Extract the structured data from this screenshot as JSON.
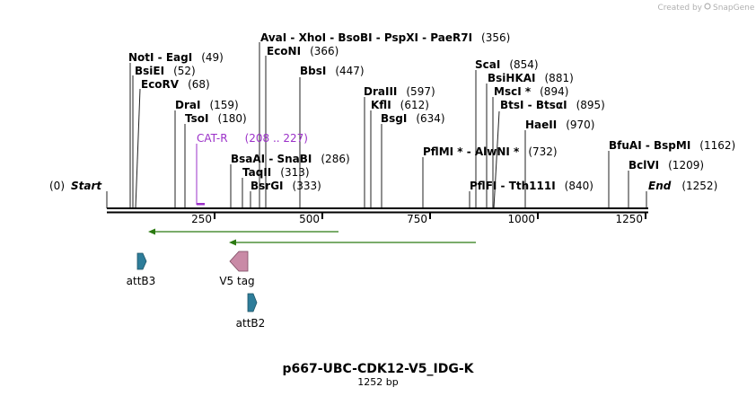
{
  "credit": {
    "text": "Created by",
    "brand": "SnapGene"
  },
  "map": {
    "name": "p667-UBC-CDK12-V5_IDG-K",
    "length_label": "1252 bp",
    "start": {
      "pos": "(0)",
      "label": "Start"
    },
    "end": {
      "label": "End",
      "pos": "(1252)"
    },
    "ticks": [
      "250",
      "500",
      "750",
      "1000",
      "1250"
    ]
  },
  "sites": [
    {
      "label": "AvaI  -  XhoI  -  BsoBI  -  PspXI  -  PaeR7I",
      "pos": "(356)"
    },
    {
      "label": "EcoNI",
      "pos": "(366)"
    },
    {
      "label": "NotI  -  EagI",
      "pos": "(49)"
    },
    {
      "label": "BsiEI",
      "pos": "(52)"
    },
    {
      "label": "EcoRV",
      "pos": "(68)"
    },
    {
      "label": "BbsI",
      "pos": "(447)"
    },
    {
      "label": "ScaI",
      "pos": "(854)"
    },
    {
      "label": "BsiHKAI",
      "pos": "(881)"
    },
    {
      "label": "MscI *",
      "pos": "(894)"
    },
    {
      "label": "BtsI  -  BtsαI",
      "pos": "(895)"
    },
    {
      "label": "DraIII",
      "pos": "(597)"
    },
    {
      "label": "KflI",
      "pos": "(612)"
    },
    {
      "label": "BsgI",
      "pos": "(634)"
    },
    {
      "label": "DraI",
      "pos": "(159)"
    },
    {
      "label": "TsoI",
      "pos": "(180)"
    },
    {
      "label": "HaeII",
      "pos": "(970)"
    },
    {
      "label": "PflMI *  -  AlwNI *",
      "pos": "(732)"
    },
    {
      "label": "BfuAI  -  BspMI",
      "pos": "(1162)"
    },
    {
      "label": "BsaAI  -  SnaBI",
      "pos": "(286)"
    },
    {
      "label": "TaqII",
      "pos": "(313)"
    },
    {
      "label": "BclVI",
      "pos": "(1209)"
    },
    {
      "label": "BsrGI",
      "pos": "(333)"
    },
    {
      "label": "PflFI  -  Tth111I",
      "pos": "(840)"
    }
  ],
  "primer": {
    "label": "CAT-R",
    "range": "(208 .. 227)",
    "color": "#9b30c8"
  },
  "features": [
    {
      "label": "attB3",
      "color": "#2e7d9a"
    },
    {
      "label": "V5 tag",
      "color": "#c98aa6"
    },
    {
      "label": "attB2",
      "color": "#2e7d9a"
    }
  ],
  "orf_color": "#6fbf1f"
}
